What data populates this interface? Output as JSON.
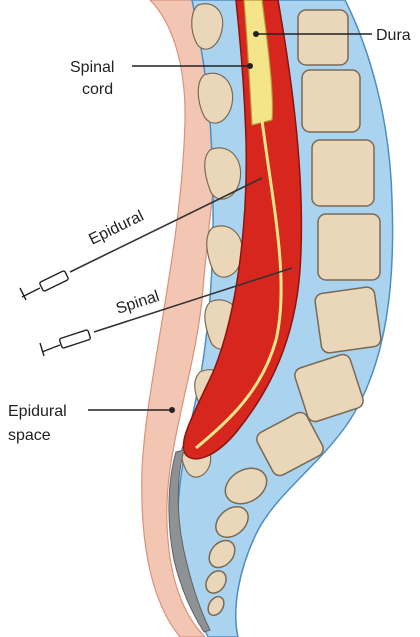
{
  "labels": {
    "dura": "Dura",
    "spinal_cord_line1": "Spinal",
    "spinal_cord_line2": "cord",
    "epidural": "Epidural",
    "spinal": "Spinal",
    "epidural_space_line1": "Epidural",
    "epidural_space_line2": "space"
  },
  "colors": {
    "skin": "#f3c6b4",
    "skin_edge": "#d8927c",
    "fluid_blue": "#a9d3ee",
    "fluid_blue_edge": "#4c8fc4",
    "vertebra": "#ead6b8",
    "vertebra_edge": "#7a6a55",
    "dura_red": "#d7261e",
    "cord_yellow": "#f4e58a",
    "cauda_gray": "#8f9294",
    "leader_line": "#222222"
  },
  "icons": [
    "epidural-syringe-icon",
    "spinal-syringe-icon"
  ]
}
